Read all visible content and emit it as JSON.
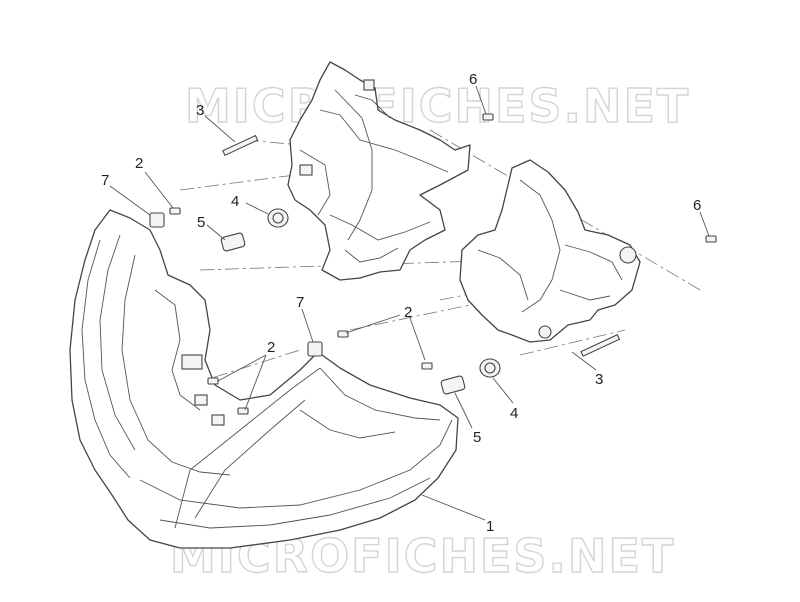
{
  "watermark": {
    "top": "MICROFICHES.NET",
    "bottom": "MICROFICHES.NET"
  },
  "callouts": {
    "c1": "1",
    "c2a": "2",
    "c2b": "2",
    "c2c": "2",
    "c3a": "3",
    "c3b": "3",
    "c4a": "4",
    "c4b": "4",
    "c5a": "5",
    "c5b": "5",
    "c6a": "6",
    "c6b": "6",
    "c7a": "7",
    "c7b": "7"
  }
}
